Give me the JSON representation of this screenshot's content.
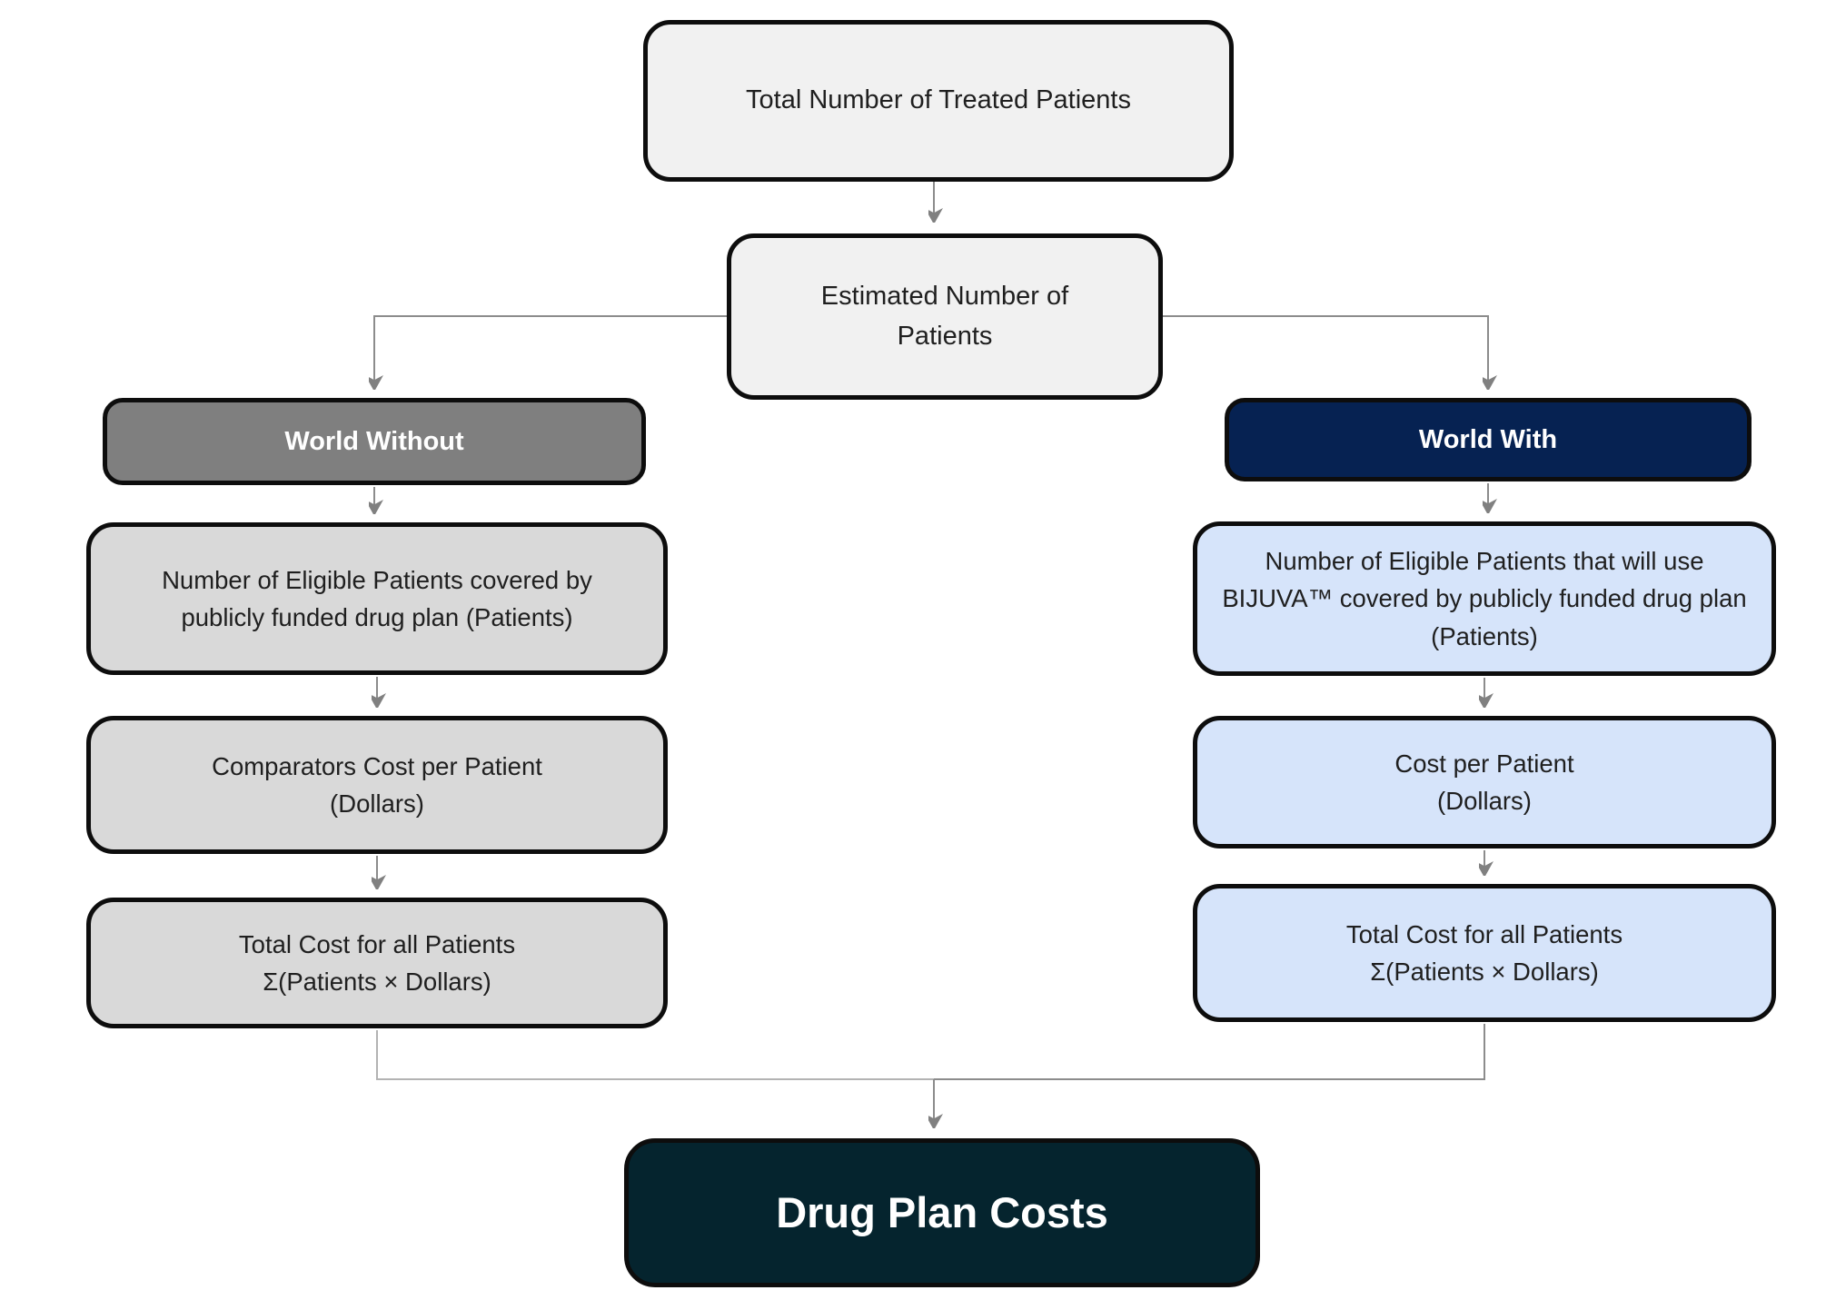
{
  "diagram": {
    "nodes": {
      "total_treated": "Total Number of Treated Patients",
      "estimated_line1": "Estimated Number of",
      "estimated_line2": "Patients",
      "world_without": {
        "header": "World Without",
        "eligible": "Number of Eligible Patients covered by publicly funded drug plan (Patients)",
        "cost_line1": "Comparators Cost per Patient",
        "cost_line2": "(Dollars)",
        "total_line1": "Total Cost for all Patients",
        "total_line2": "Σ(Patients × Dollars)"
      },
      "world_with": {
        "header": "World With",
        "eligible": "Number of Eligible Patients that will use BIJUVA™ covered by publicly funded drug plan (Patients)",
        "cost_line1": "Cost per Patient",
        "cost_line2": "(Dollars)",
        "total_line1": "Total Cost for all Patients",
        "total_line2": "Σ(Patients × Dollars)"
      },
      "drug_plan_costs": "Drug Plan Costs"
    },
    "colors": {
      "neutral_box_fill": "#f1f1f1",
      "without_header_fill": "#7f7f7f",
      "without_box_fill": "#d9d9d9",
      "with_header_fill": "#062252",
      "with_box_fill": "#d6e4fa",
      "footer_fill": "#05242e",
      "border": "#0d0d0d",
      "connector": "#8c8c8c"
    }
  }
}
